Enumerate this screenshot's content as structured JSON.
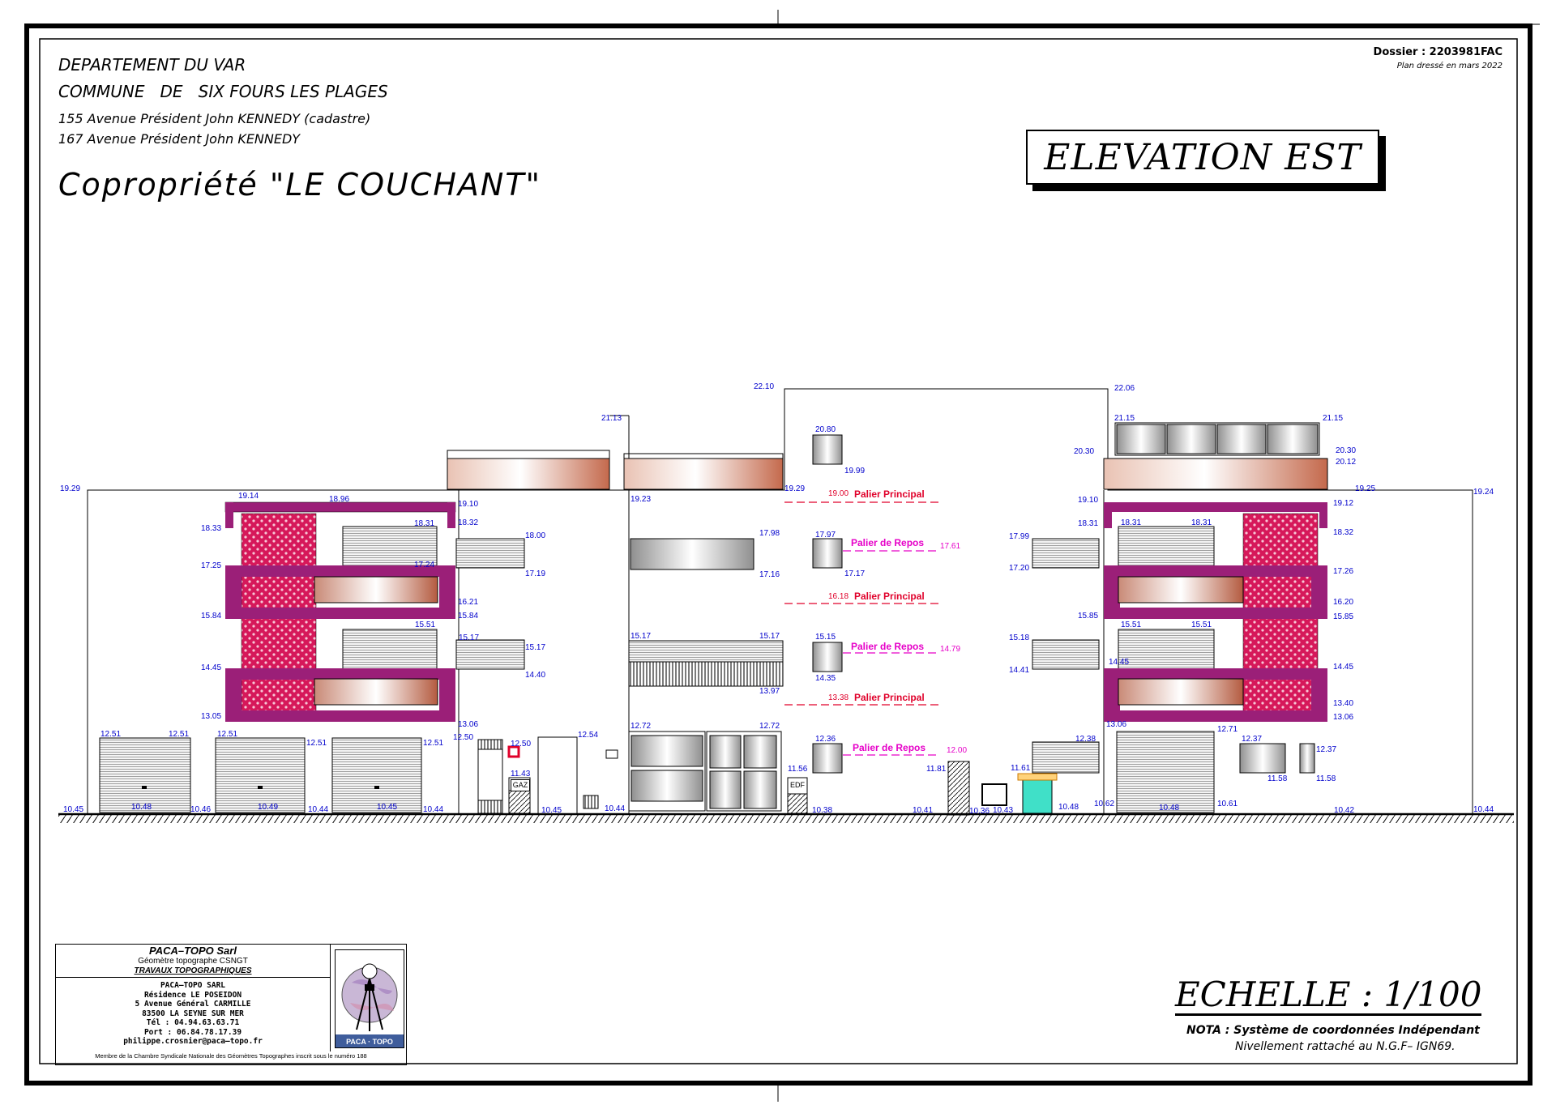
{
  "header": {
    "departement": "DEPARTEMENT DU VAR",
    "commune": "COMMUNE   DE   SIX FOURS LES PLAGES",
    "address1": "155 Avenue Président John KENNEDY  (cadastre)",
    "address2": "167 Avenue Président John KENNEDY",
    "copro": "Copropriété  \"LE COUCHANT\"",
    "dossier": "Dossier  :  2203981FAC",
    "plan_date": "Plan dressé en mars 2022",
    "view_title": "ELEVATION EST"
  },
  "cartouche": {
    "company": "PACA–TOPO Sarl",
    "role": "Géomètre topographe CSNGT",
    "works": "TRAVAUX TOPOGRAPHIQUES",
    "addr_name": "PACA–TOPO SARL",
    "addr_res": "Résidence LE POSEIDON",
    "addr_street": "5 Avenue Général CARMILLE",
    "addr_city": "83500 LA SEYNE SUR MER",
    "tel": "Tél  :  04.94.63.63.71",
    "port": "Port  :  06.84.78.17.39",
    "email": "philippe.crosnier@paca–topo.fr",
    "logo_text": "PACA · TOPO",
    "member": "Membre de la Chambre Syndicale Nationale des Géomètres Topographes inscrit sous le numéro 188"
  },
  "scale": "ECHELLE  :  1/100",
  "nota_line1": "NOTA :  Système de coordonnées Indépendant",
  "nota_line2": "Nivellement rattaché au N.G.F– IGN69.",
  "labels": {
    "gaz": "GAZ",
    "edf": "EDF"
  },
  "landings": [
    {
      "level": "19.00",
      "name": "Palier Principal",
      "kind": "principal"
    },
    {
      "level": "17.61",
      "name": "Palier de Repos",
      "kind": "repos"
    },
    {
      "level": "16.18",
      "name": "Palier Principal",
      "kind": "principal"
    },
    {
      "level": "14.79",
      "name": "Palier de Repos",
      "kind": "repos"
    },
    {
      "level": "13.38",
      "name": "Palier Principal",
      "kind": "principal"
    },
    {
      "level": "12.00",
      "name": "Palier de Repos",
      "kind": "repos"
    }
  ],
  "elevations": [
    "22.10",
    "22.06",
    "21.13",
    "21.15",
    "21.15",
    "20.80",
    "19.99",
    "20.30",
    "20.12",
    "19.29",
    "19.14",
    "18.96",
    "19.10",
    "19.23",
    "19.29",
    "19.10",
    "19.12",
    "19.25",
    "19.24",
    "18.33",
    "18.31",
    "18.32",
    "18.00",
    "17.24",
    "17.19",
    "17.98",
    "17.16",
    "17.97",
    "17.17",
    "17.99",
    "18.31",
    "18.31",
    "18.32",
    "17.20",
    "17.25",
    "17.26",
    "16.21",
    "15.84",
    "15.84",
    "15.51",
    "15.17",
    "15.17",
    "15.17",
    "15.17",
    "15.15",
    "14.35",
    "15.85",
    "15.51",
    "15.51",
    "16.20",
    "15.85",
    "15.18",
    "14.41",
    "14.45",
    "14.45",
    "14.40",
    "14.45",
    "13.05",
    "13.06",
    "13.97",
    "13.40",
    "13.06",
    "13.06",
    "12.51",
    "12.51",
    "12.51",
    "12.51",
    "12.50",
    "12.50",
    "12.54",
    "11.43",
    "12.72",
    "12.72",
    "12.36",
    "11.56",
    "11.81",
    "11.61",
    "12.38",
    "12.71",
    "12.37",
    "12.37",
    "11.58",
    "11.58",
    "10.45",
    "10.48",
    "10.46",
    "10.49",
    "10.44",
    "10.45",
    "10.44",
    "10.45",
    "10.44",
    "10.38",
    "10.41",
    "10.36",
    "10.43",
    "10.48",
    "10.62",
    "10.48",
    "10.61",
    "10.42",
    "10.44"
  ]
}
